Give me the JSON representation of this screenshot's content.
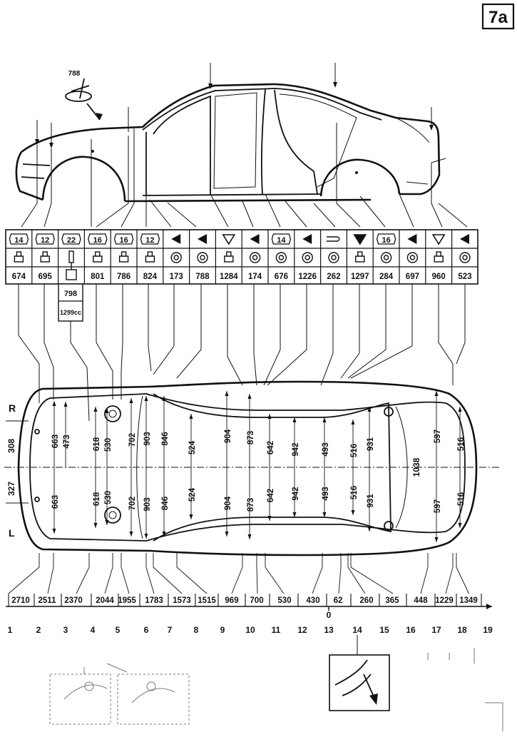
{
  "page_label": "7a",
  "part_ref_top": "788",
  "header": {
    "symbols": [
      "14",
      "12",
      "22",
      "16",
      "16",
      "12",
      "tri-left",
      "tri-left",
      "tri-down",
      "tri-left",
      "14",
      "tri-left",
      "pin",
      "tri-down-filled",
      "16",
      "tri-left",
      "tri-down",
      "tri-left"
    ],
    "tools": [
      "block",
      "block",
      "tall-block",
      "block",
      "block",
      "block",
      "ring",
      "ring",
      "block",
      "ring",
      "ring",
      "ring",
      "ring",
      "block",
      "ring",
      "ring",
      "block",
      "ring"
    ],
    "codes": [
      "674",
      "695",
      "",
      "801",
      "786",
      "824",
      "173",
      "788",
      "1284",
      "174",
      "676",
      "1226",
      "262",
      "1297",
      "284",
      "697",
      "960",
      "523"
    ],
    "extra_box": [
      "798",
      "1299cc"
    ]
  },
  "side_labels": {
    "right": "R",
    "left": "L"
  },
  "left_dims": [
    "308",
    "327"
  ],
  "upper_dims": [
    "663",
    "473",
    "618",
    "530",
    "702",
    "903",
    "846",
    "524",
    "904",
    "873",
    "642",
    "942",
    "493",
    "516",
    "931",
    "597",
    "516"
  ],
  "lower_dims": [
    "663",
    "618",
    "530",
    "702",
    "903",
    "846",
    "524",
    "904",
    "873",
    "642",
    "942",
    "493",
    "516",
    "931",
    "597",
    "516"
  ],
  "center_dim": "1038",
  "x_coords": [
    "2710",
    "2511",
    "2370",
    "2044",
    "1955",
    "1783",
    "1573",
    "1515",
    "969",
    "700",
    "530",
    "430",
    "62",
    "260",
    "365",
    "448",
    "1229",
    "1349"
  ],
  "zero_label": "0",
  "point_numbers": [
    "1",
    "2",
    "3",
    "4",
    "5",
    "6",
    "7",
    "8",
    "9",
    "10",
    "11",
    "12",
    "13",
    "14",
    "15",
    "16",
    "17",
    "18",
    "19"
  ]
}
